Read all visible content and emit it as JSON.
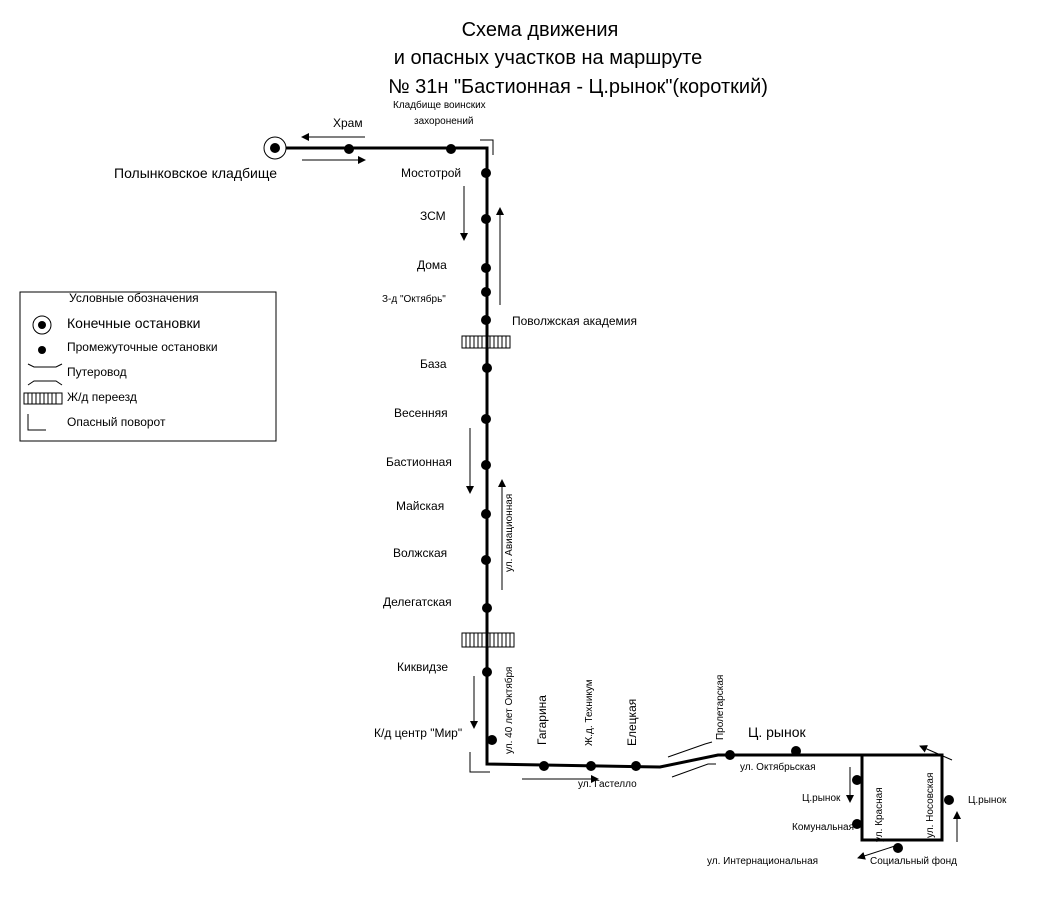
{
  "title": {
    "line1": "Схема  движения",
    "line2": "и опасных участков на маршруте",
    "line3": "№ 31н  \"Бастионная - Ц.рынок\"(короткий)"
  },
  "legend": {
    "heading": "Условные обозначения",
    "terminal": "Конечные остановки",
    "intermediate": "Промежуточные остановки",
    "overpass": "Путеровод",
    "railway_crossing": "Ж/д переезд",
    "dangerous_turn": "Опасный поворот"
  },
  "terminals": {
    "start": "Полынковское кладбище",
    "end_market": "Ц. рынок"
  },
  "stops": {
    "khram": "Храм",
    "kladbishche_1": "Кладбище воинских",
    "kladbishche_2": "захоронений",
    "mostotroy": "Мостотрой",
    "zsm": "ЗСМ",
    "doma": "Дома",
    "z_oktyabr": "З-д \"Октябрь\"",
    "povolzhskaya": "Поволжская академия",
    "baza": "База",
    "vesennyaya": "Весенняя",
    "bastionnaya": "Бастионная",
    "mayskaya": "Майская",
    "volzhskaya": "Волжская",
    "delegatskaya": "Делегатская",
    "kikvidze": "Киквидзе",
    "kd_mir": "К/д центр \"Мир\"",
    "gagarina": "Гагарина",
    "zhd_tekhnikum": "Ж.д. Техникум",
    "eletskaya": "Елецкая",
    "proletarskaya": "Пролетарская",
    "ts_rynok_1": "Ц.рынок",
    "komunalnaya": "Комунальная",
    "socfond": "Социальный фонд",
    "ts_rynok_2": "Ц.рынок"
  },
  "streets": {
    "aviatsionnaya": "ул. Авиационная",
    "sorok_let": "ул. 40 лет Октября",
    "gastello": "ул. Гастелло",
    "oktyabrskaya": "ул. Октябрьская",
    "krasnaya": "ул. Красная",
    "nosovskaya": "ул. Носовская",
    "internatsionalnaya": "ул. Интернациональная"
  }
}
